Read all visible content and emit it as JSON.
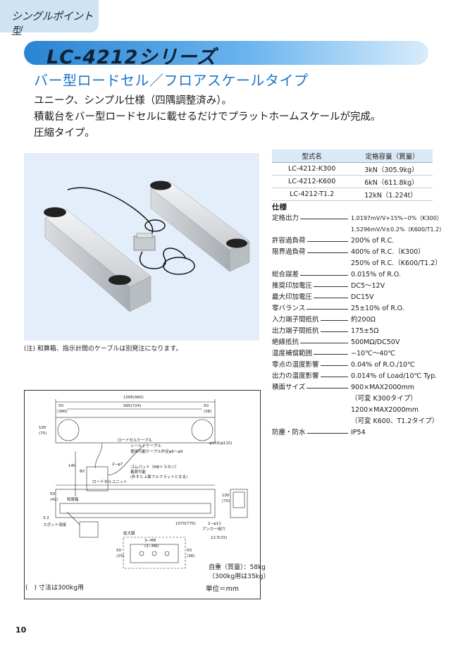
{
  "category_tab": "シングルポイント型",
  "title": "LC-4212シリーズ",
  "subtitle": "バー型ロードセル／フロアスケールタイプ",
  "intro": [
    "ユニーク、シンプル仕様（四隅調整済み）。",
    "積載台をバー型ロードセルに載せるだけでプラットホームスケールが完成。",
    "圧縮タイプ。"
  ],
  "photo_note": "(注) 和算箱、指示計間のケーブルは別発注になります。",
  "models_table": {
    "headers": [
      "型式名",
      "定格容量（質量）"
    ],
    "rows": [
      [
        "LC-4212-K300",
        "3kN（305.9kg）"
      ],
      [
        "LC-4212-K600",
        "6kN（611.8kg）"
      ],
      [
        "LC-4212-T1.2",
        "12kN（1.224t）"
      ]
    ]
  },
  "spec": {
    "heading": "仕様",
    "rows": [
      {
        "label": "定格出力",
        "values": [
          "1.0197mV/V+15%−0%（K300）",
          "1.5296mV/V±0.2%（K600/T1.2）"
        ],
        "small": true
      },
      {
        "label": "許容過負荷",
        "values": [
          "200% of R.C."
        ]
      },
      {
        "label": "限界過負荷",
        "values": [
          "400% of R.C.（K300）",
          "250% of R.C.（K600/T1.2）"
        ]
      },
      {
        "label": "総合誤差",
        "values": [
          "0.015% of R.O."
        ]
      },
      {
        "label": "推奨印加電圧",
        "values": [
          "DC5〜12V"
        ]
      },
      {
        "label": "最大印加電圧",
        "values": [
          "DC15V"
        ]
      },
      {
        "label": "零バランス",
        "values": [
          "25±10% of R.O."
        ]
      },
      {
        "label": "入力端子間抵抗",
        "values": [
          "約200Ω"
        ]
      },
      {
        "label": "出力端子間抵抗",
        "values": [
          "175±5Ω"
        ]
      },
      {
        "label": "絶縁抵抗",
        "values": [
          "500MΩ/DC50V"
        ]
      },
      {
        "label": "温度補償範囲",
        "values": [
          "−10℃〜40℃"
        ]
      },
      {
        "label": "零点の温度影響",
        "values": [
          "0.04% of R.O./10℃"
        ]
      },
      {
        "label": "出力の温度影響",
        "values": [
          "0.014% of Load/10℃ Typ."
        ]
      },
      {
        "label": "積面サイズ",
        "values": [
          "900×MAX2000mm",
          "（可変 K300タイプ）",
          "1200×MAX2000mm",
          "（可変 K600、T1.2タイプ）"
        ]
      },
      {
        "label": "防塵・防水",
        "values": [
          "IP54"
        ]
      }
    ]
  },
  "drawing": {
    "dim_1095": "1095(960)",
    "dim_995": "995(724)",
    "dim_50a": "50",
    "dim_380": "(380)",
    "dim_50b": "50",
    "dim_38": "(38)",
    "dim_100": "100",
    "dim_75": "(75)",
    "dim_140": "140",
    "dim_80": "80",
    "dim_phi": "φ150(φ115)",
    "label_cable": "ロードセルケーブル",
    "label_shield": "シールドケーブル",
    "label_usable": "使用可能ケーブル外径φ6〜φ9",
    "label_junction": "和算箱",
    "label_2phi7": "2−φ7",
    "label_rubber": "ゴムパット（M8トラネジ）",
    "label_rubber2": "着脱可能",
    "label_rubber3": "(外すと上面フルフラットとなる)",
    "label_unit": "ロードセルユニット",
    "dim_50c": "50",
    "dim_42": "(42)",
    "dim_32": "3.2",
    "label_spot": "スポット溶接",
    "label_enlarge": "拡大図",
    "label_3m8": "3−M8",
    "label_3m6": "(3−M6)",
    "dim_1070": "1070(770)",
    "label_2phi11": "2−φ11",
    "label_anchor": "アンカー用穴",
    "dim_125": "12.5(15)",
    "dim_100b": "100",
    "dim_70": "(70)",
    "dim_50d": "50",
    "dim_25": "(25)",
    "dim_50e": "50",
    "dim_38b": "(38)"
  },
  "weight_lines": [
    "自重（質量）：58kg",
    "（300kg用は35kg）"
  ],
  "units": "単位＝mm",
  "paren_note": "(　) 寸法は300kg用",
  "page_number": "10",
  "colors": {
    "accent": "#1d76c8",
    "tab_bg": "#cfe3f3",
    "photo_bg": "#e3eefa"
  }
}
